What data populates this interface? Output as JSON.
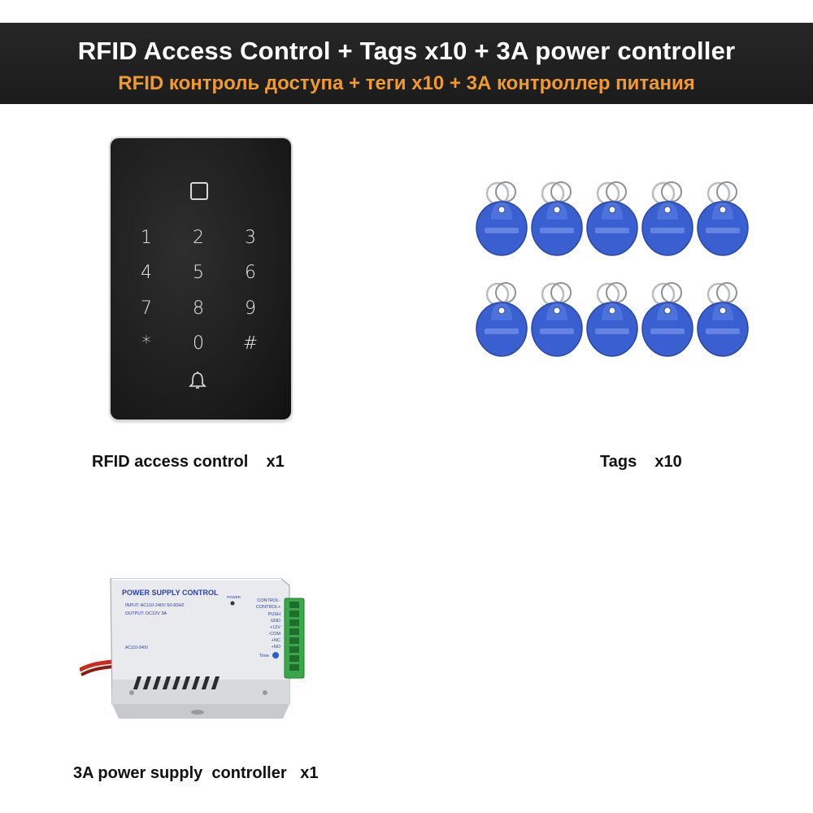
{
  "banner": {
    "title": "RFID Access Control + Tags x10 + 3A power controller",
    "subtitle": "RFID контроль доступа + теги x10 + 3А контроллер питания"
  },
  "keypad": {
    "icon": "card-reader-icon",
    "keys": [
      "1",
      "2",
      "3",
      "4",
      "5",
      "6",
      "7",
      "8",
      "9",
      "*",
      "0",
      "#"
    ],
    "bell_icon": "bell-icon"
  },
  "tags": {
    "count": 10,
    "color": "#3a5fd0",
    "icon": "rfid-keyfob-icon"
  },
  "power_supply": {
    "title": "POWER SUPPLY CONTROL",
    "power_label": "POWER",
    "input": "INPUT: AC110-240V 50-60HZ",
    "output": "OUTPUT: DC12V   3A",
    "ac_label": "AC110-240V",
    "terminals": [
      "CONTROL-",
      "CONTROL+",
      "PUSH",
      "GND",
      "+12V",
      "-COM",
      "+NC",
      "+NO"
    ],
    "time_label": "Time"
  },
  "captions": {
    "keypad": "RFID access control    x1",
    "tags": "Tags    x10",
    "power_supply": "3A power supply  controller   x1"
  },
  "colors": {
    "accent_orange": "#f29a2e",
    "banner_bg": "#1f1f1f",
    "tag_blue": "#3a5fd0",
    "terminal_green": "#3aa84a"
  }
}
